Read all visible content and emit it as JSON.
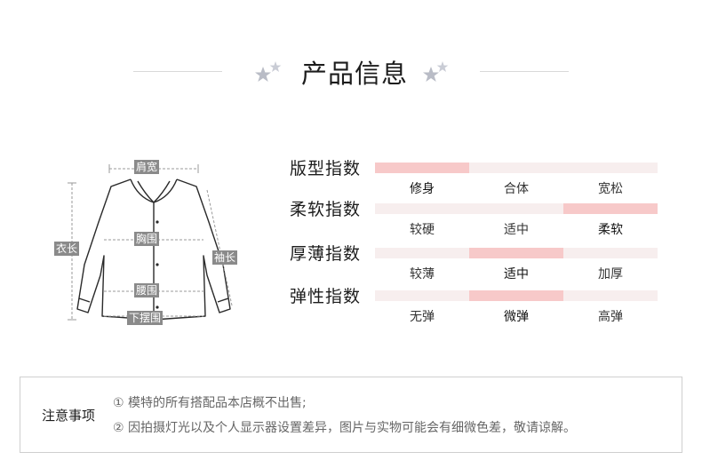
{
  "header": {
    "title": "产品信息"
  },
  "diagram": {
    "labels": {
      "shoulder": "肩宽",
      "chest": "胸围",
      "waist": "腰围",
      "hem": "下摆围",
      "length": "衣长",
      "sleeve": "袖长"
    }
  },
  "indices": [
    {
      "title": "版型指数",
      "options": [
        "修身",
        "合体",
        "宽松"
      ],
      "selected": 0
    },
    {
      "title": "柔软指数",
      "options": [
        "较硬",
        "适中",
        "柔软"
      ],
      "selected": 2
    },
    {
      "title": "厚薄指数",
      "options": [
        "较薄",
        "适中",
        "加厚"
      ],
      "selected": 1
    },
    {
      "title": "弹性指数",
      "options": [
        "无弹",
        "微弹",
        "高弹"
      ],
      "selected": 1
    }
  ],
  "notes": {
    "title": "注意事项",
    "line1": "① 模特的所有搭配品本店概不出售;",
    "line2": "② 因拍摄灯光以及个人显示器设置差异，图片与实物可能会有细微色差，敬请谅解。"
  },
  "colors": {
    "bar_bg": "#f7eeee",
    "bar_active": "#f7c9c9",
    "label_bg": "#8a8a8a"
  }
}
